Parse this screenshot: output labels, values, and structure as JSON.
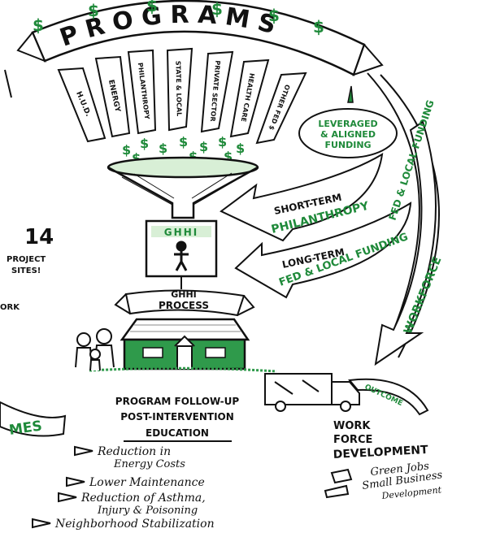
{
  "colors": {
    "ink": "#111111",
    "green": "#1f8a3a",
    "light_green": "#d8efd6",
    "house": "#2f9a4b",
    "paper": "#ffffff"
  },
  "programs": {
    "title": "PROGRAMS",
    "items": [
      "H.U.D.",
      "ENERGY",
      "PHILANTHROPY",
      "STATE & LOCAL",
      "PRIVATE SECTOR",
      "HEALTH CARE",
      "OTHER FED $"
    ]
  },
  "leveraged": {
    "line1": "LEVERAGED",
    "line2": "& ALIGNED",
    "line3": "FUNDING"
  },
  "short_term": {
    "label": "SHORT-TERM",
    "value": "PHILANTHROPY"
  },
  "long_term": {
    "label": "LONG-TERM",
    "value": "FED & LOCAL FUNDING"
  },
  "workforce": {
    "label": "WORKFORCE",
    "funding": "FED & LOCAL FUNDING"
  },
  "ghhi": {
    "box_label": "GHHI",
    "process_line1": "GHHI",
    "process_line2": "PROCESS"
  },
  "sites": {
    "count": "14",
    "line1": "PROJECT",
    "line2": "SITES!"
  },
  "left_fragments": {
    "work": "ORK",
    "mes": "MES"
  },
  "follow_up": {
    "line1": "PROGRAM FOLLOW-UP",
    "line2": "POST-INTERVENTION",
    "line3": "EDUCATION"
  },
  "outcome_label": "OUTCOME",
  "outcomes": [
    {
      "line1": "Reduction in",
      "line2": "Energy Costs"
    },
    {
      "line1": "Lower Maintenance",
      "line2": ""
    },
    {
      "line1": "Reduction of Asthma,",
      "line2": "Injury & Poisoning"
    },
    {
      "line1": "Neighborhood Stabilization",
      "line2": ""
    }
  ],
  "workforce_dev": {
    "line1": "WORK",
    "line2": "FORCE",
    "line3": "DEVELOPMENT",
    "item1": "Green Jobs",
    "item2": "Small Business",
    "item3": "Development"
  },
  "icons": [
    "dollar-sign-icon",
    "funnel-icon",
    "person-icon",
    "house-icon",
    "family-icon",
    "truck-icon",
    "tools-icon",
    "arrow-bullet-icon"
  ]
}
